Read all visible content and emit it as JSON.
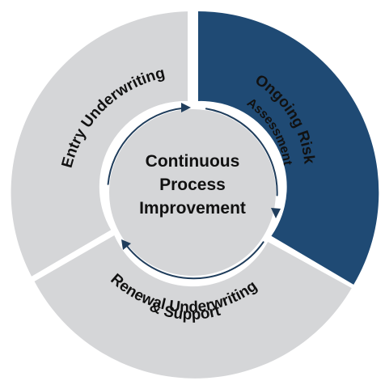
{
  "diagram": {
    "center": {
      "lines": [
        "Continuous",
        "Process",
        "Improvement"
      ]
    },
    "segments": [
      {
        "id": "ongoing-risk-assessment",
        "lines": [
          "Ongoing Risk",
          "Assessment"
        ],
        "color": "#1f4a74",
        "text_color": "#111111"
      },
      {
        "id": "renewal-underwriting",
        "lines": [
          "Renewal Underwriting",
          "& Support"
        ],
        "color": "#d5d6d8",
        "text_color": "#111111"
      },
      {
        "id": "entry-underwriting",
        "lines": [
          "Entry Underwriting"
        ],
        "color": "#d5d6d8",
        "text_color": "#111111"
      }
    ],
    "colors": {
      "center_fill": "#d5d6d8",
      "cycle_arrows": "#1f3d5c",
      "background": "#ffffff"
    }
  }
}
